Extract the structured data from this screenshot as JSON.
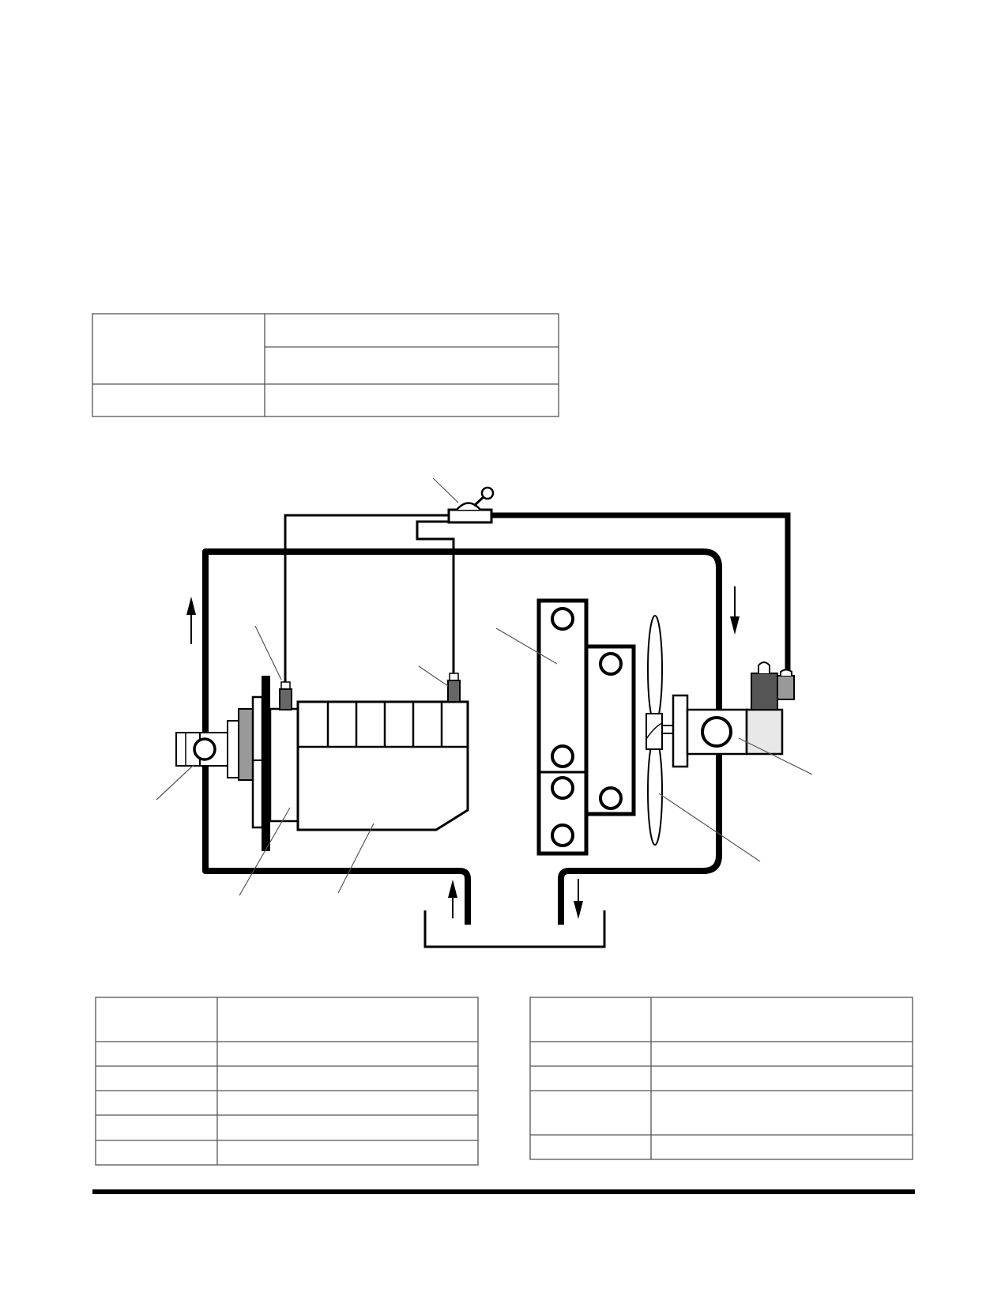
{
  "top_table": {
    "rows": [
      {
        "label": "",
        "values": [
          "",
          ""
        ]
      },
      {
        "label": "",
        "values": [
          ""
        ]
      }
    ]
  },
  "diagram": {
    "callouts": [],
    "flow_arrows": [
      "up-left",
      "down-right",
      "up-inlet",
      "down-outlet"
    ]
  },
  "bottom_left_table": {
    "header": [
      "",
      ""
    ],
    "rows": [
      [
        "",
        ""
      ],
      [
        "",
        ""
      ],
      [
        "",
        ""
      ],
      [
        "",
        ""
      ],
      [
        "",
        ""
      ]
    ]
  },
  "bottom_right_table": {
    "header": [
      "",
      ""
    ],
    "rows": [
      [
        "",
        ""
      ],
      [
        "",
        ""
      ],
      [
        "",
        ""
      ],
      [
        "",
        ""
      ]
    ]
  },
  "footer": {
    "rule": "horizontal-rule"
  }
}
